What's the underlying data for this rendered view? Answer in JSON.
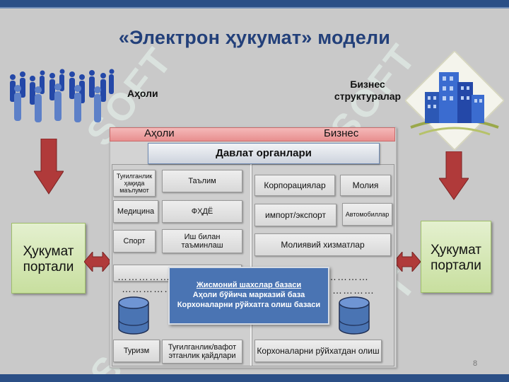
{
  "title": "«Электрон ҳукумат» модели",
  "population_label": "Аҳоли",
  "business_label": "Бизнес структуралар",
  "portal_left": {
    "line1": "Ҳукумат",
    "line2": "портали"
  },
  "portal_right": {
    "line1": "Ҳукумат",
    "line2": "портали"
  },
  "panel": {
    "header_left": "Аҳоли",
    "header_right": "Бизнес",
    "gov_title": "Давлат органлари"
  },
  "left_services": [
    "Туғилганлик ҳақида маълумот",
    "Таълим",
    "Медицина",
    "ФҲДЁ",
    "Спорт",
    "Иш билан таъминлаш",
    "Туризм",
    "Туғилганлик/вафот этганлик қайдлари"
  ],
  "right_services": [
    "Корпорациялар",
    "Молия",
    "импорт/экспорт",
    "Автомобиллар",
    "Молиявий хизматлар",
    "Корхоналарни рўйхатдан олиш"
  ],
  "dots": {
    "left1": "………………",
    "left2": "……………",
    "right1": "…………",
    "right2": "…………"
  },
  "database": {
    "line1": "Жисмоний шахслар базаси",
    "line2": "Аҳоли бўйича марказий база",
    "line3": "Корхоналарни рўйхатга олиш базаси"
  },
  "watermark_text": "SOFT",
  "page_number": "8",
  "colors": {
    "title": "#23407a",
    "bars": "#2b4f86",
    "arrow_red": "#b03a3a",
    "portal_green": "#c8df9f",
    "database_blue": "#4a74b3",
    "header_pink": "#e88f8f"
  },
  "icons": [
    "crowd-icon",
    "buildings-icon",
    "database-cylinder-icon"
  ]
}
